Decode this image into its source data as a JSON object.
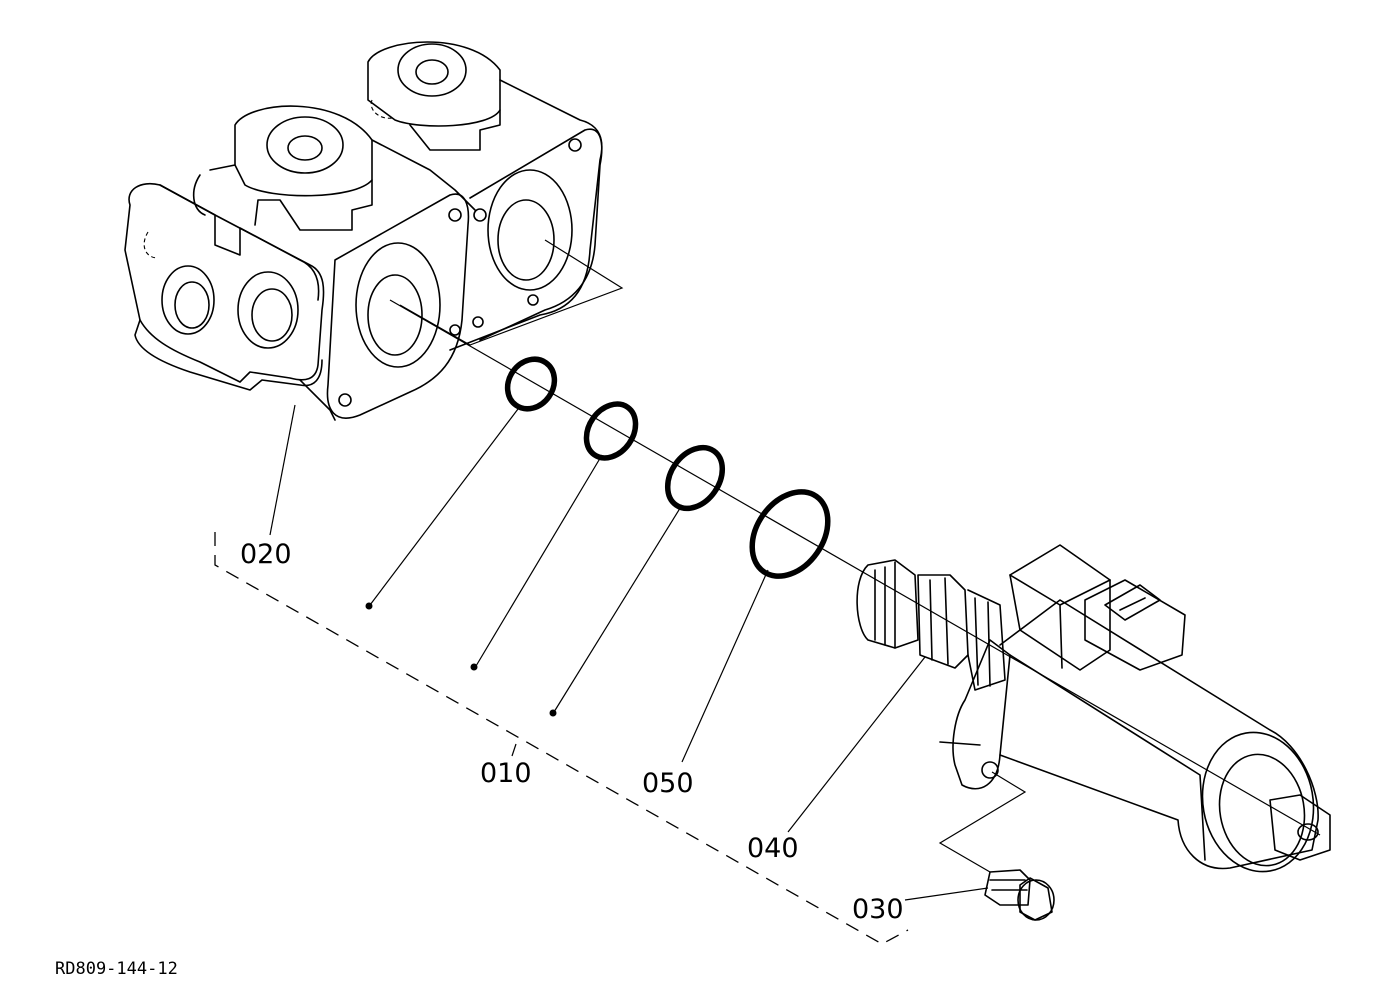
{
  "figure_code": "RD809-144-12",
  "parts": [
    {
      "id": "020",
      "label": "020"
    },
    {
      "id": "010",
      "label": "010"
    },
    {
      "id": "050",
      "label": "050"
    },
    {
      "id": "040",
      "label": "040"
    },
    {
      "id": "030",
      "label": "030"
    }
  ]
}
